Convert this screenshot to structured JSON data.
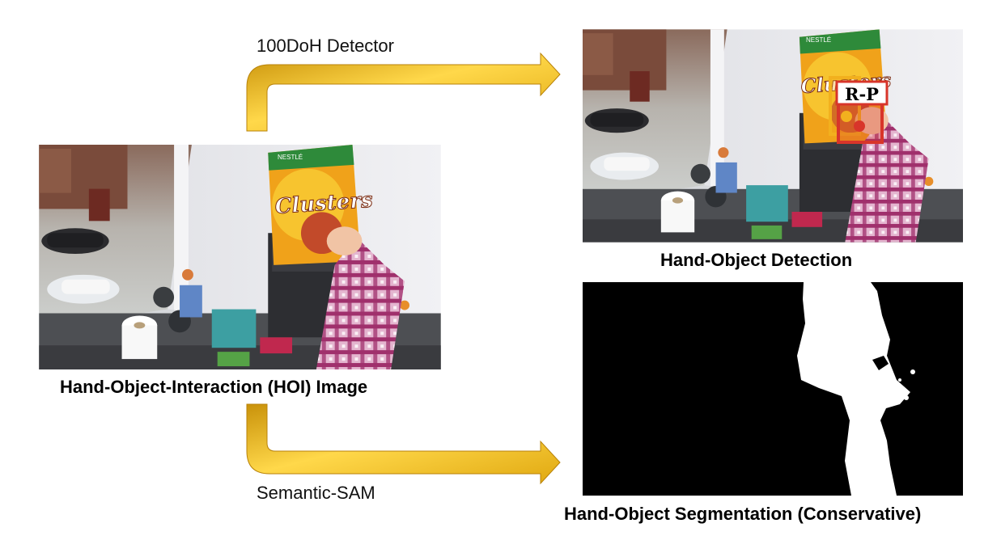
{
  "arrows": {
    "top_label": "100DoH Detector",
    "bottom_label": "Semantic-SAM"
  },
  "input": {
    "caption": "Hand-Object-Interaction (HOI) Image",
    "box_text": "Clusters",
    "brand_text": "NESTLÉ"
  },
  "detection": {
    "caption": "Hand-Object Detection",
    "hand_label": "R-P",
    "box_text": "Clusters",
    "brand_text": "NESTLÉ"
  },
  "segmentation": {
    "caption": "Hand-Object Segmentation (Conservative)"
  },
  "colors": {
    "arrow_light": "#ffe27a",
    "arrow_dark": "#c9920a",
    "hand_box": "#d8352a",
    "object_box": "#f2b01e",
    "mask_bg": "#000000",
    "mask_fg": "#ffffff"
  }
}
